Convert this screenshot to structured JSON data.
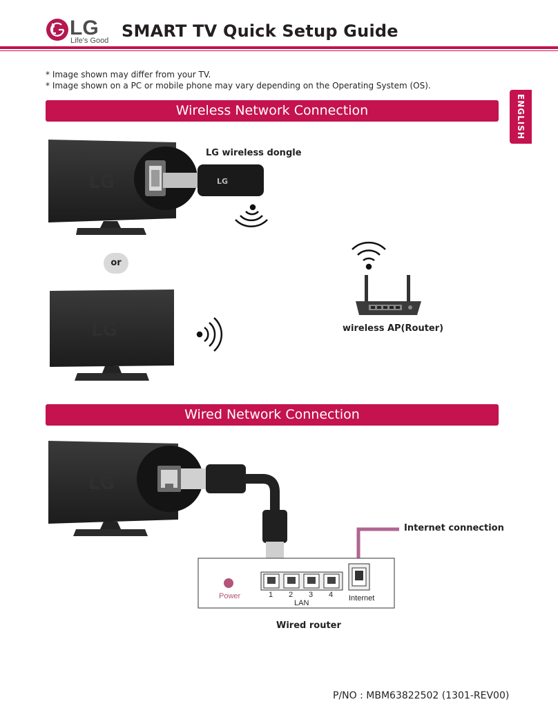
{
  "brand": {
    "logo_text": "LG",
    "slogan": "Life's Good",
    "accent_color": "#c4134f",
    "logo_color": "#b5174f"
  },
  "header": {
    "title": "SMART TV Quick Setup Guide"
  },
  "notes": [
    "* Image shown may differ from your TV.",
    "* Image shown on a PC or mobile phone may vary depending on the Operating System (OS)."
  ],
  "language_tab": "ENGLISH",
  "wireless": {
    "title": "Wireless Network Connection",
    "dongle_label": "LG wireless dongle",
    "or_label": "or",
    "ap_label": "wireless AP(Router)",
    "icons": [
      "tv-icon",
      "usb-dongle-icon",
      "wifi-signal-icon",
      "wireless-router-icon"
    ]
  },
  "wired": {
    "title": "Wired Network Connection",
    "internet_label": "Internet connection",
    "router_label": "Wired router",
    "power_label": "Power",
    "power_color": "#b5547a",
    "cable_color": "#b06590",
    "lan_ports": [
      "1",
      "2",
      "3",
      "4"
    ],
    "lan_label": "LAN",
    "internet_port_label": "Internet"
  },
  "footer": {
    "part_number": "P/NO : MBM63822502 (1301-REV00)"
  }
}
